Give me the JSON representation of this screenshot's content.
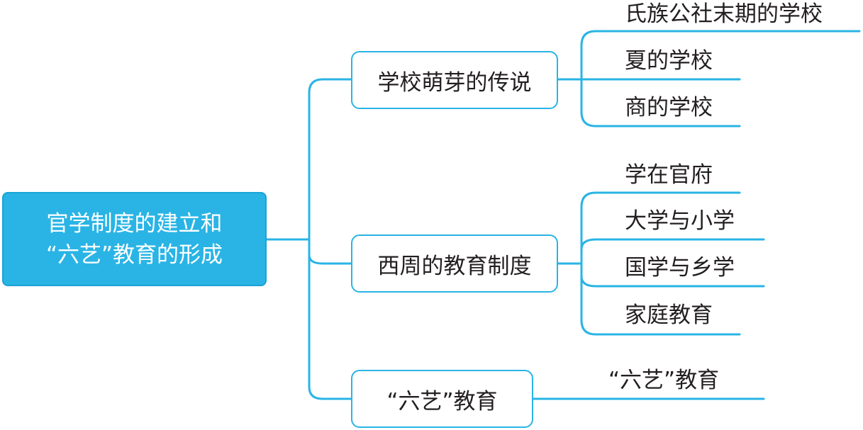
{
  "root": {
    "line1": "官学制度的建立和",
    "line2": "“六艺”教育的形成"
  },
  "branches": [
    {
      "label": "学校萌芽的传说",
      "leaves": [
        "氏族公社末期的学校",
        "夏的学校",
        "商的学校"
      ]
    },
    {
      "label": "西周的教育制度",
      "leaves": [
        "学在官府",
        "大学与小学",
        "国学与乡学",
        "家庭教育"
      ]
    },
    {
      "label": "“六艺”教育",
      "leaves": [
        "“六艺”教育"
      ]
    }
  ],
  "colors": {
    "accent": "#29b4e5",
    "root_fill": "#29b4e5",
    "text": "#231f20"
  }
}
